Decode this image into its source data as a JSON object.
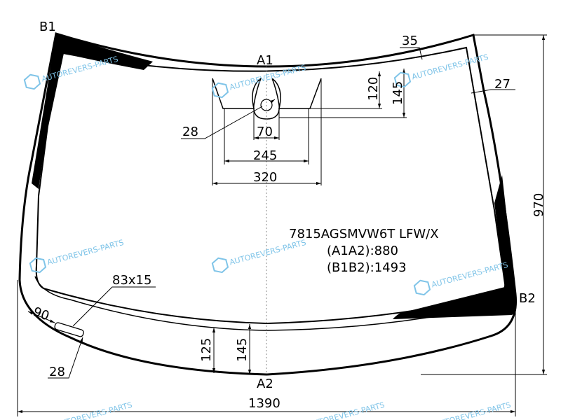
{
  "labels": {
    "b1": "B1",
    "b2": "B2",
    "a1": "A1",
    "a2": "A2"
  },
  "dimensions": {
    "top_border": "35",
    "side_border": "27",
    "sensor_height_1": "120",
    "sensor_height_2": "145",
    "mirror_hole": "28",
    "mirror_width": "70",
    "sensor_inner_width": "245",
    "sensor_outer_width": "320",
    "total_height": "970",
    "total_width": "1390",
    "vin_window": "83x15",
    "vin_offset_side": "90",
    "vin_offset_bottom": "28",
    "bottom_band_1": "125",
    "bottom_band_2": "145"
  },
  "info": {
    "part_code": "7815AGSMVW6T LFW/X",
    "a1a2": "(A1A2):880",
    "b1b2": "(B1B2):1493"
  },
  "watermark": "AUTOREVERS-PARTS",
  "colors": {
    "watermark": "#7fc4e8",
    "line": "#000000"
  }
}
